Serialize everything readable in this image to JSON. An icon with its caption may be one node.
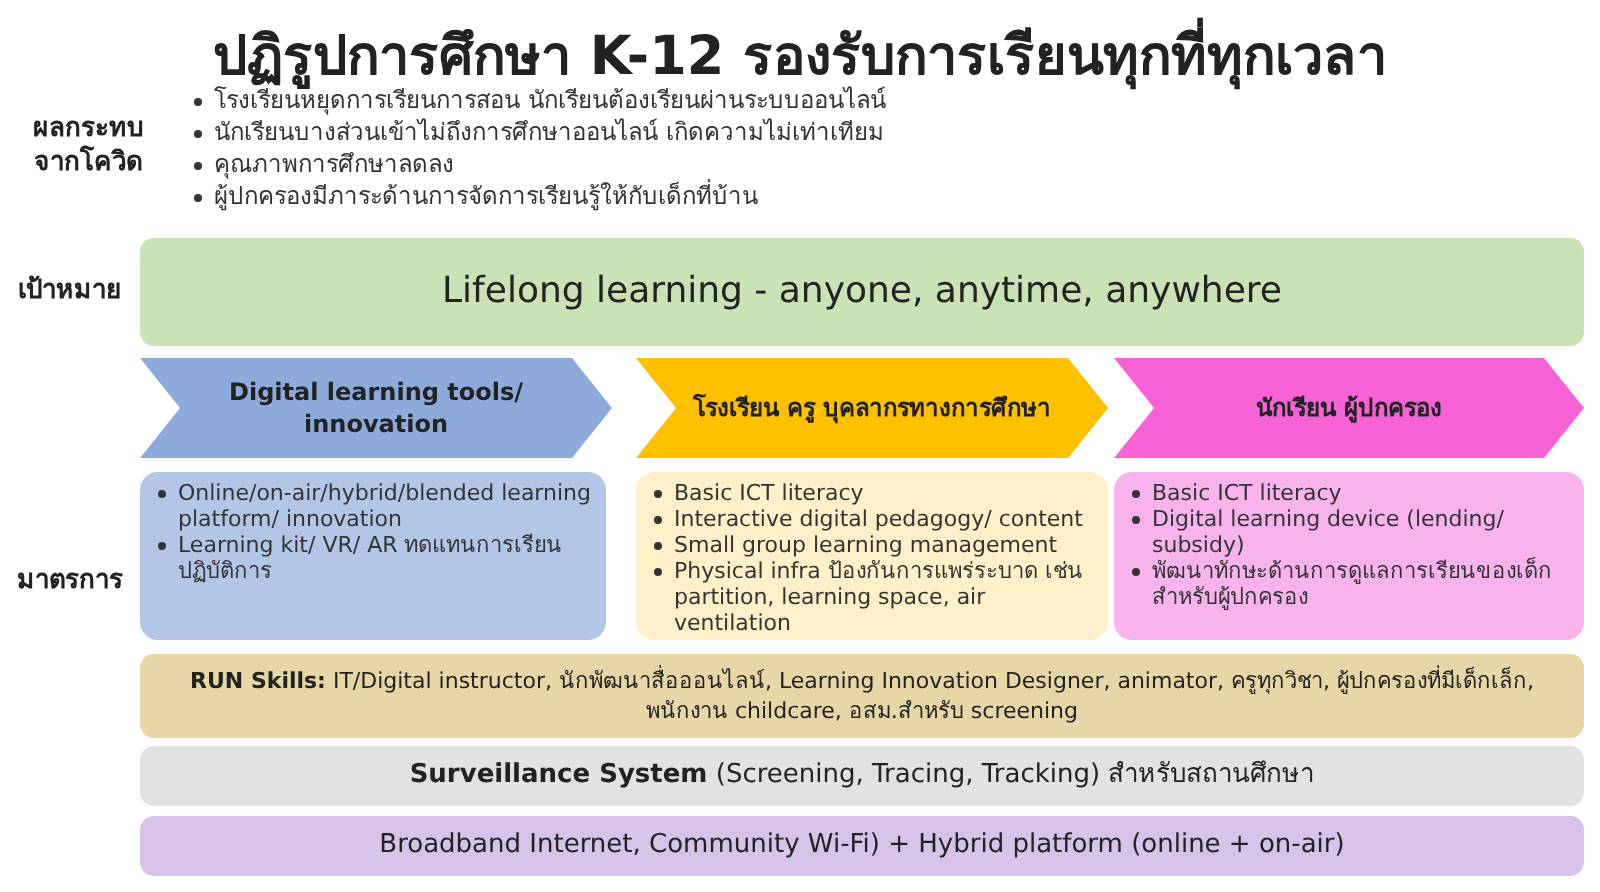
{
  "diagram": {
    "title": "ปฏิรูปการศึกษา K-12 รองรับการเรียนทุกที่ทุกเวลา",
    "nodes": [
      {
        "text": [
          "Lifelong learning - anyone, anytime, anywhere"
        ]
      },
      {
        "text": [
          "Digital learning tools/ innovation"
        ]
      },
      {
        "text": [
          "โรงเรียน ครู บุคลากรทางการศึกษา"
        ]
      },
      {
        "text": [
          "นักเรียน ผู้ปกครอง"
        ]
      },
      {
        "text": [
          "Online/on-air/hybrid/blended learning platform/ innovation",
          "Learning kit/ VR/ AR ทดแทนการเรียนปฏิบัติการ"
        ]
      },
      {
        "text": [
          "Basic ICT literacy",
          "Interactive digital pedagogy/ content",
          "Small group learning management",
          "Physical infra ป้องกันการแพร่ระบาด เช่น partition, learning space, air ventilation"
        ]
      },
      {
        "text": [
          "Basic ICT literacy",
          "Digital learning device (lending/ subsidy)",
          "พัฒนาทักษะด้านการดูแลการเรียนของเด็กสำหรับผู้ปกครอง"
        ]
      },
      {
        "text": [
          "**RUN Skills:** IT/Digital instructor, นักพัฒนาสื่อออนไลน์, Learning Innovation Designer, animator, ครูทุกวิชา, ผู้ปกครองที่มีเด็กเล็ก, พนักงาน childcare, อสม.สำหรับ screening"
        ]
      },
      {
        "text": [
          "**Surveillance System** (Screening, Tracing, Tracking) สำหรับสถานศึกษา"
        ]
      },
      {
        "text": [
          "Broadband Internet, Community Wi-Fi) + Hybrid platform (online + on-air)"
        ]
      }
    ],
    "labels": [
      "ผลกระทบจากโควิด",
      "โรงเรียนหยุดการเรียนการสอน นักเรียนต้องเรียนผ่านระบบออนไลน์",
      "นักเรียนบางส่วนเข้าไม่ถึงการศึกษาออนไลน์ เกิดความไม่เท่าเทียม",
      "คุณภาพการศึกษาลดลง",
      "ผู้ปกครองมีภาระด้านการจัดการเรียนรู้ให้กับเด็กที่บ้าน",
      "เป้าหมาย",
      "มาตรการ"
    ]
  }
}
